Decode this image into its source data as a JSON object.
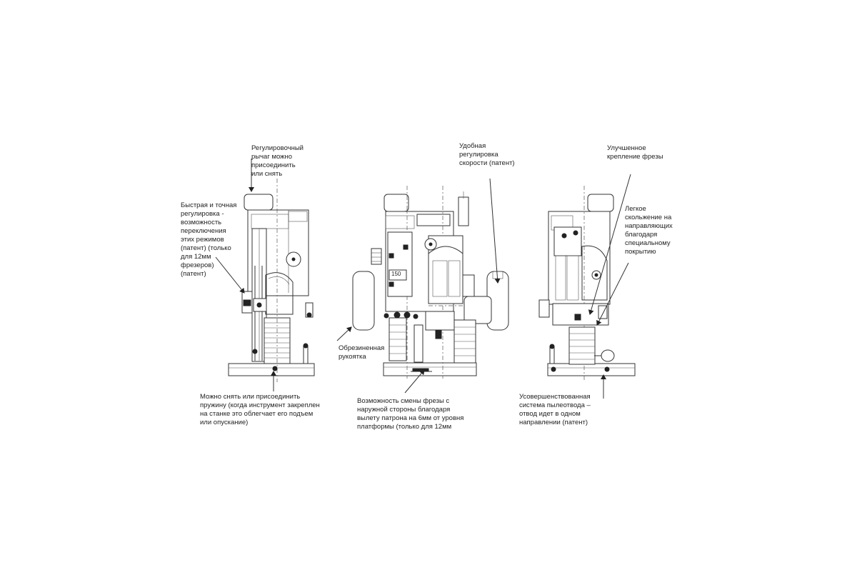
{
  "labels": {
    "adjust_lever": "Регулировочный\nрычаг можно\nприсоединить\nили снять",
    "fine_adjust": "Быстрая и точная\nрегулировка  -\nвозможность\nпереключения\nэтих режимов\n(патент) (только\nдля 12мм\nфрезеров)\n(патент)",
    "spring": "Можно снять или присоединить\nпружину (когда инструмент закреплен\nна станке это облегчает его подъем\nили опускание)",
    "speed": "Удобная\nрегулировка\nскорости (патент)",
    "rubber_handle": "Обрезиненная\nрукоятка",
    "bit_change": "Возможность смены фрезы с\nнаружной стороны благодаря\nвылету патрона на 6мм от уровня\nплатформы (только для 12мм",
    "bit_mount": "Улучшенное\nкрепление фрезы",
    "easy_slide": "Легкое\nскольжение на\nнаправляющих\nблагодаря\nспециальному\nпокрытию",
    "dust": "Усовершенствованная\nсистема пылеотвода –\nотвод идет в одном\nнаправлении (патент)"
  },
  "scale_readout": "150",
  "colors": {
    "line": "#333333",
    "text": "#222222",
    "background": "#ffffff"
  }
}
